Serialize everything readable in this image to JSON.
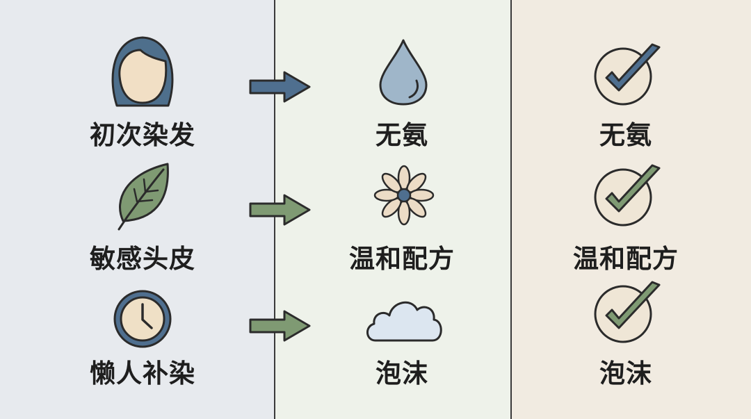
{
  "rows": [
    {
      "problem": {
        "label": "初次染发",
        "icon": "woman-face-icon"
      },
      "solution": {
        "label": "无氨",
        "icon": "water-drop-icon"
      },
      "check": {
        "label": "无氨",
        "icon": "check-circle-icon"
      }
    },
    {
      "problem": {
        "label": "敏感头皮",
        "icon": "leaf-icon"
      },
      "solution": {
        "label": "温和配方",
        "icon": "flower-icon"
      },
      "check": {
        "label": "温和配方",
        "icon": "check-circle-icon"
      }
    },
    {
      "problem": {
        "label": "懒人补染",
        "icon": "clock-icon"
      },
      "solution": {
        "label": "泡沫",
        "icon": "cloud-foam-icon"
      },
      "check": {
        "label": "泡沫",
        "icon": "check-circle-icon"
      }
    }
  ],
  "colors": {
    "panel_left": "#e7eaee",
    "panel_middle": "#eef2ea",
    "panel_right": "#f1ebe1",
    "arrow_blue": "#4f6f8f",
    "arrow_green": "#7f9a73",
    "outline": "#2b2b2b"
  }
}
